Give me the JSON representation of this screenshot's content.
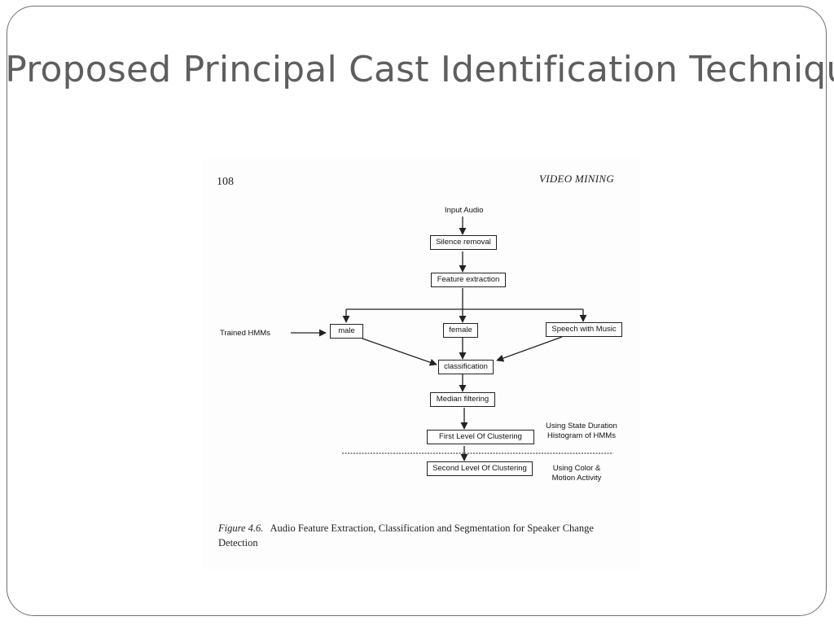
{
  "slide": {
    "title": "Proposed Principal Cast Identification Technique"
  },
  "scan": {
    "page_number": "108",
    "running_head": "VIDEO MINING"
  },
  "diagram": {
    "input_label": "Input Audio",
    "silence_removal": "Silence removal",
    "feature_extraction": "Feature extraction",
    "trained_hmms": "Trained HMMs",
    "male": "male",
    "female": "female",
    "speech_music": "Speech with Music",
    "classification": "classification",
    "median_filtering": "Median filtering",
    "first_level": "First Level Of Clustering",
    "second_level": "Second Level Of Clustering",
    "note_first_line1": "Using State Duration",
    "note_first_line2": "Histogram of HMMs",
    "note_second_line1": "Using Color &",
    "note_second_line2": "Motion Activity"
  },
  "caption": {
    "figure_label": "Figure 4.6.",
    "text": "Audio Feature Extraction, Classification and Segmentation for Speaker Change Detection"
  }
}
